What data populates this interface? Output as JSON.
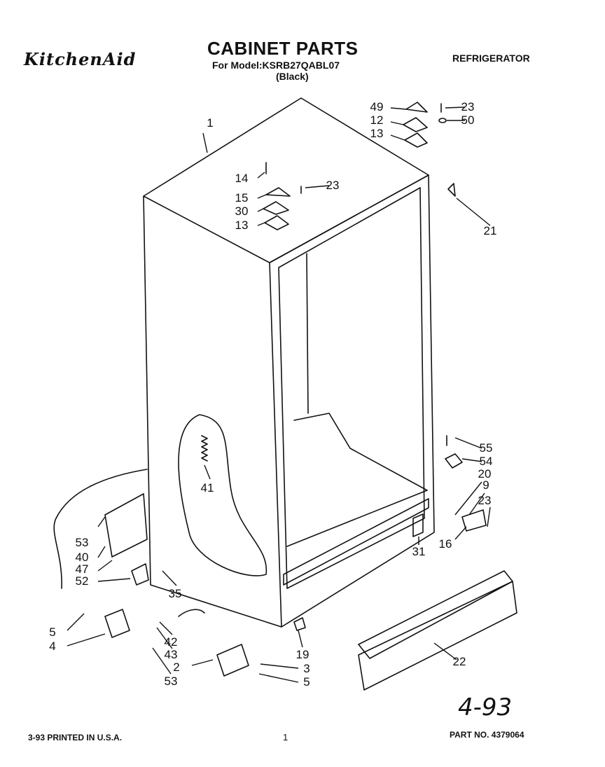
{
  "header": {
    "brand": "KitchenAid",
    "title": "CABINET PARTS",
    "model_line": "For Model:KSRB27QABL07",
    "color_line": "(Black)",
    "category": "REFRIGERATOR"
  },
  "footer": {
    "printed": "3-93 PRINTED IN U.S.A.",
    "page": "1",
    "part_no": "PART NO. 4379064",
    "handwritten": "4-93"
  },
  "callouts": [
    {
      "label": "1"
    },
    {
      "label": "14"
    },
    {
      "label": "15"
    },
    {
      "label": "30"
    },
    {
      "label": "13"
    },
    {
      "label": "23"
    },
    {
      "label": "49"
    },
    {
      "label": "12"
    },
    {
      "label": "13"
    },
    {
      "label": "23"
    },
    {
      "label": "50"
    },
    {
      "label": "21"
    },
    {
      "label": "41"
    },
    {
      "label": "55"
    },
    {
      "label": "54"
    },
    {
      "label": "20"
    },
    {
      "label": "9"
    },
    {
      "label": "23"
    },
    {
      "label": "16"
    },
    {
      "label": "31"
    },
    {
      "label": "53"
    },
    {
      "label": "40"
    },
    {
      "label": "47"
    },
    {
      "label": "52"
    },
    {
      "label": "35"
    },
    {
      "label": "5"
    },
    {
      "label": "4"
    },
    {
      "label": "42"
    },
    {
      "label": "43"
    },
    {
      "label": "2"
    },
    {
      "label": "53"
    },
    {
      "label": "19"
    },
    {
      "label": "3"
    },
    {
      "label": "5"
    },
    {
      "label": "22"
    }
  ]
}
